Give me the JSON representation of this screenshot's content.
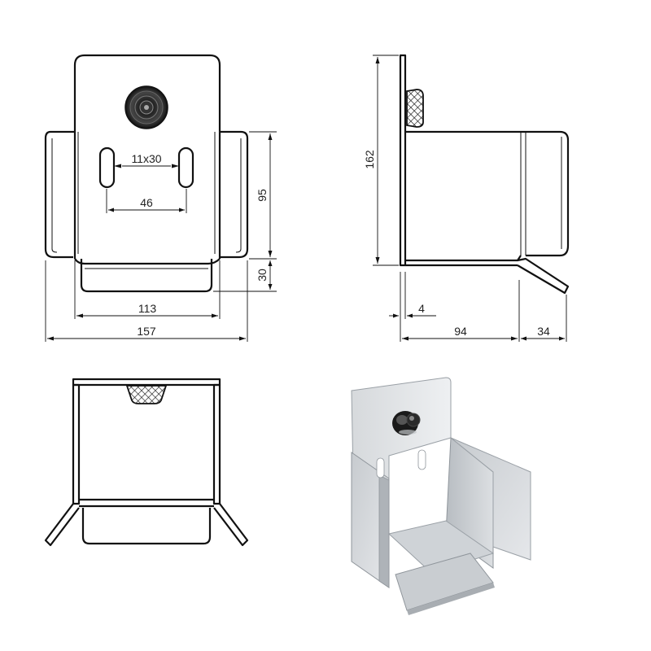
{
  "dimensions": {
    "slot_size": "11x30",
    "slot_spacing": "46",
    "inner_width": "113",
    "overall_width": "157",
    "side_height": "95",
    "tab_height": "30",
    "total_height": "162",
    "plate_thickness": "4",
    "box_depth": "94",
    "tab_depth": "34"
  },
  "colors": {
    "line": "#111111",
    "metal_light": "#e2e5e8",
    "metal_mid": "#c3c8cd",
    "metal_dark": "#9aa0a6",
    "roller": "#1a1a1a"
  }
}
